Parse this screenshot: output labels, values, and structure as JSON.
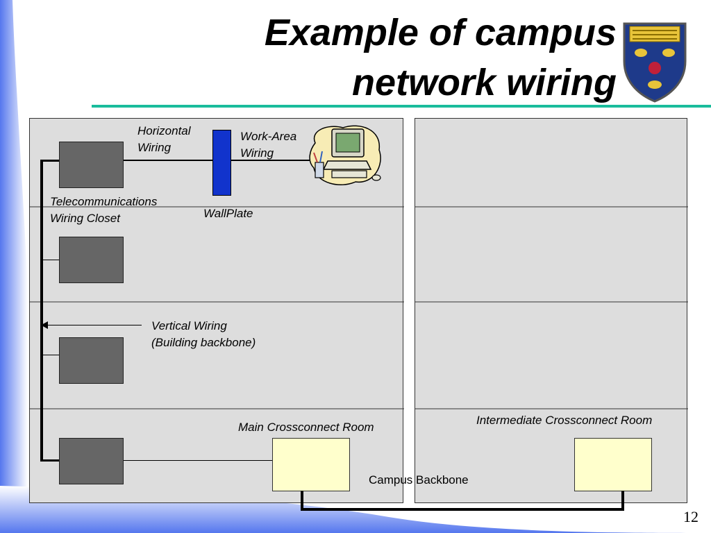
{
  "slide": {
    "title_line1": "Example of campus",
    "title_line2": "network wiring",
    "page_number": "12",
    "colors": {
      "accent_rule": "#1abc9c",
      "panel_fill": "#dddddd",
      "closet_fill": "#666666",
      "crossconnect_fill": "#ffffcc",
      "wallplate_fill": "#1133cc",
      "background_gradient": "#5577ee"
    }
  },
  "diagram": {
    "labels": {
      "horizontal_wiring_1": "Horizontal",
      "horizontal_wiring_2": "Wiring",
      "work_area_1": "Work-Area",
      "work_area_2": "Wiring",
      "telecom_closet_1": "Telecommunications",
      "telecom_closet_2": "Wiring Closet",
      "wallplate": "WallPlate",
      "vertical_wiring_1": "Vertical Wiring",
      "vertical_wiring_2": "(Building backbone)",
      "main_crossconnect": "Main Crossconnect Room",
      "intermediate_crossconnect": "Intermediate Crossconnect Room",
      "campus_backbone": "Campus Backbone"
    },
    "icons": {
      "computer": "computer-workstation-icon",
      "crest": "university-crest-icon"
    }
  }
}
